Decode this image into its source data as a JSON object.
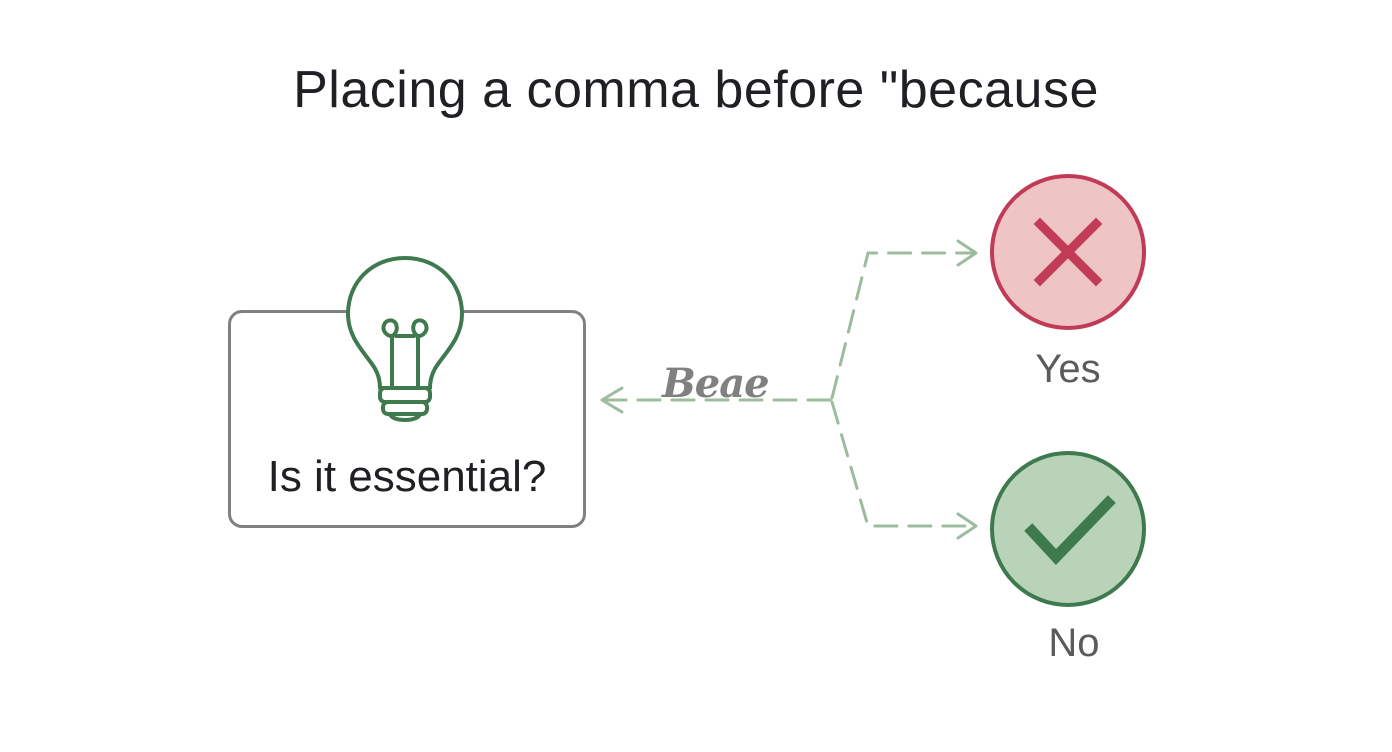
{
  "title": "Placing a comma before \"because",
  "question": {
    "text": "Is it essential?",
    "icon": "lightbulb-icon"
  },
  "connector": {
    "label": "Beae"
  },
  "outcomes": [
    {
      "label": "Yes",
      "icon": "cross-icon",
      "fill": "#eec4c5",
      "stroke": "#c23b56"
    },
    {
      "label": "No",
      "icon": "check-icon",
      "fill": "#b9d3b9",
      "stroke": "#3f7a4f"
    }
  ],
  "colors": {
    "connector": "#9dbb9d",
    "box_border": "#808080",
    "bulb": "#3f7a4f"
  }
}
